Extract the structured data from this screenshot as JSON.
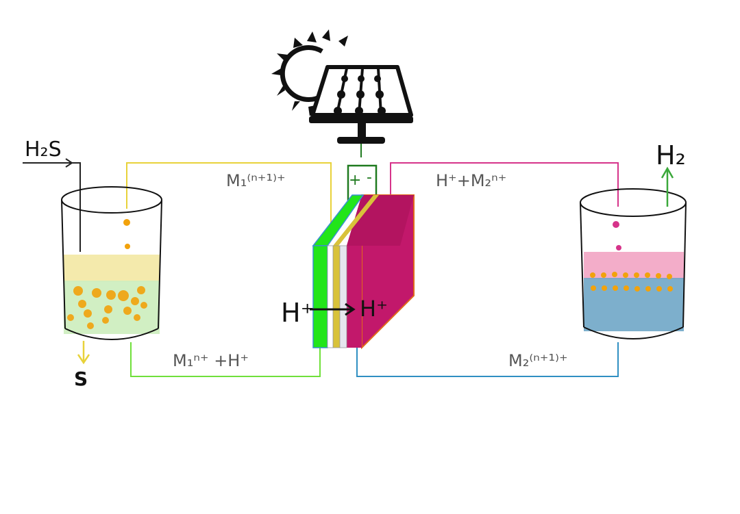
{
  "labels": {
    "h2s_in": "H₂S",
    "h2_out": "H₂",
    "sulfur_out": "S",
    "m1_oxidized": "M₁⁽ⁿ⁺¹⁾⁺",
    "m1_reduced_h": "M₁ⁿ⁺ +H⁺",
    "h_m2_reduced": "H⁺+M₂ⁿ⁺",
    "m2_oxidized": "M₂⁽ⁿ⁺¹⁾⁺",
    "h_left": "H⁺",
    "h_right": "H⁺",
    "plus": "+",
    "minus": "-"
  },
  "colors": {
    "yellow_line": "#e8d23a",
    "green_line": "#6fe03a",
    "magenta_line": "#d6338a",
    "blue_line": "#2f8fc2",
    "dark_green": "#1f7a1f",
    "membrane_green": "#22e51a",
    "membrane_gold": "#d8c23a",
    "cell_magenta": "#c2186b",
    "cell_edge": "#e06a1a",
    "droplet_orange": "#f2a20c",
    "left_solution_top": "#f3e9a8",
    "left_solution_bottom": "#cfeec0",
    "right_solution_top": "#f2a9c6",
    "right_solution_bottom": "#6fa6c6"
  },
  "icons": {
    "sun": "sun-icon",
    "solar_panel": "solar-panel-icon"
  }
}
